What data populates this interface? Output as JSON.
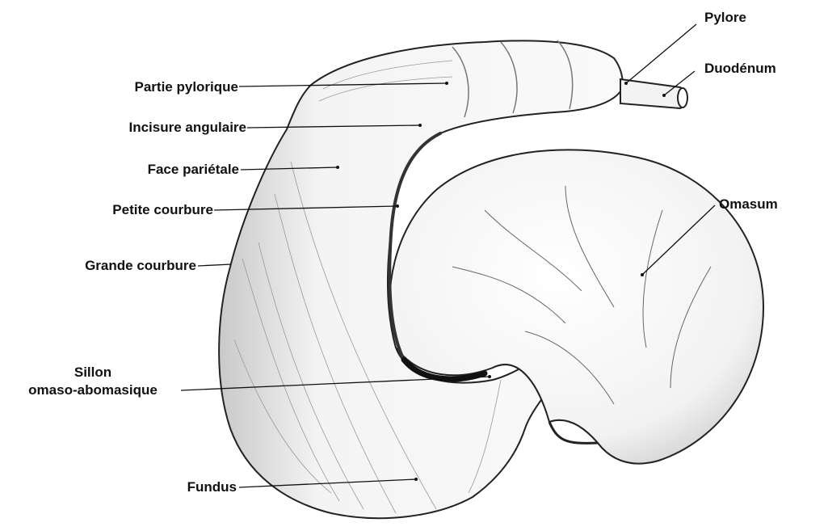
{
  "labels": {
    "pylore": "Pylore",
    "duodenum": "Duodénum",
    "partie_pylorique": "Partie pylorique",
    "incisure_angulaire": "Incisure angulaire",
    "face_parietale": "Face pariétale",
    "petite_courbure": "Petite courbure",
    "grande_courbure": "Grande courbure",
    "omasum": "Omasum",
    "sillon_line1": "Sillon",
    "sillon_line2": "omaso-abomasique",
    "fundus": "Fundus"
  },
  "colors": {
    "ink": "#111111",
    "shade": "#555555",
    "paper": "#ffffff"
  }
}
